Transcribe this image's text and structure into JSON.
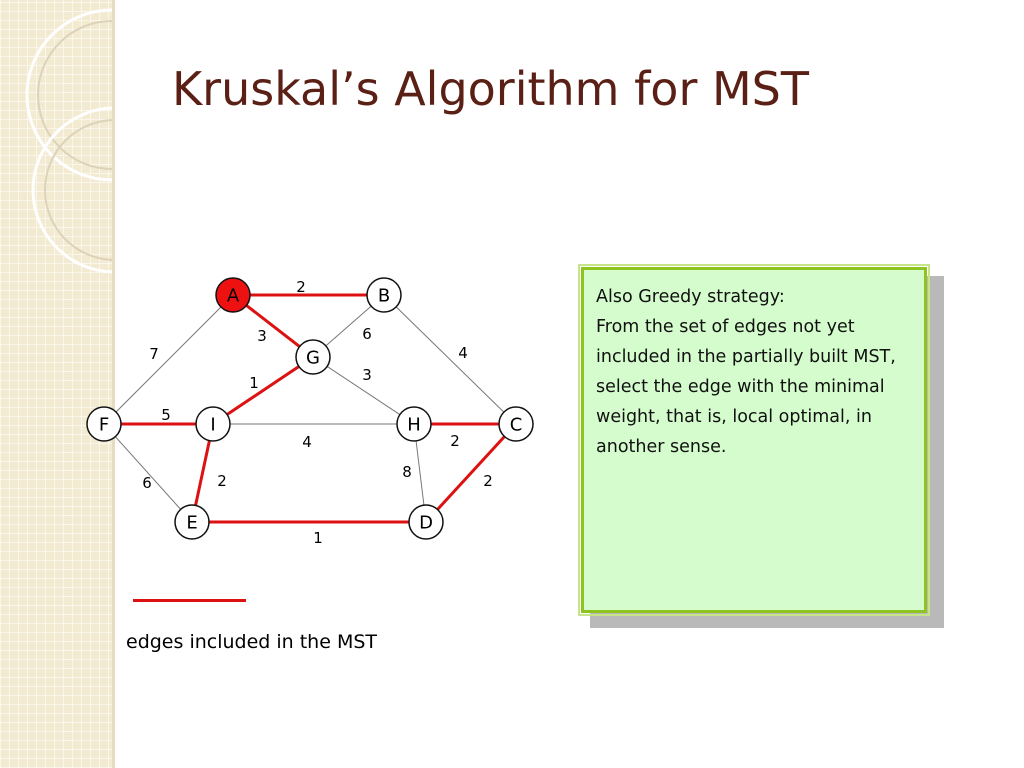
{
  "slide": {
    "title": "Kruskal’s Algorithm for MST"
  },
  "graph": {
    "nodes": [
      {
        "id": "A",
        "label": "A",
        "highlighted": true
      },
      {
        "id": "B",
        "label": "B",
        "highlighted": false
      },
      {
        "id": "G",
        "label": "G",
        "highlighted": false
      },
      {
        "id": "F",
        "label": "F",
        "highlighted": false
      },
      {
        "id": "I",
        "label": "I",
        "highlighted": false
      },
      {
        "id": "H",
        "label": "H",
        "highlighted": false
      },
      {
        "id": "C",
        "label": "C",
        "highlighted": false
      },
      {
        "id": "E",
        "label": "E",
        "highlighted": false
      },
      {
        "id": "D",
        "label": "D",
        "highlighted": false
      }
    ],
    "edges": [
      {
        "from": "A",
        "to": "B",
        "weight": "2",
        "in_mst": true
      },
      {
        "from": "A",
        "to": "G",
        "weight": "3",
        "in_mst": true
      },
      {
        "from": "B",
        "to": "G",
        "weight": "6",
        "in_mst": false
      },
      {
        "from": "A",
        "to": "F",
        "weight": "7",
        "in_mst": false
      },
      {
        "from": "B",
        "to": "C",
        "weight": "4",
        "in_mst": false
      },
      {
        "from": "G",
        "to": "I",
        "weight": "1",
        "in_mst": true
      },
      {
        "from": "G",
        "to": "H",
        "weight": "3",
        "in_mst": false
      },
      {
        "from": "F",
        "to": "I",
        "weight": "5",
        "in_mst": true
      },
      {
        "from": "I",
        "to": "H",
        "weight": "4",
        "in_mst": false
      },
      {
        "from": "H",
        "to": "C",
        "weight": "2",
        "in_mst": true
      },
      {
        "from": "F",
        "to": "E",
        "weight": "6",
        "in_mst": false
      },
      {
        "from": "I",
        "to": "E",
        "weight": "2",
        "in_mst": true
      },
      {
        "from": "H",
        "to": "D",
        "weight": "8",
        "in_mst": false
      },
      {
        "from": "C",
        "to": "D",
        "weight": "2",
        "in_mst": true
      },
      {
        "from": "E",
        "to": "D",
        "weight": "1",
        "in_mst": true
      }
    ]
  },
  "legend": {
    "label": "edges included in the MST"
  },
  "note": {
    "heading": "Also Greedy strategy:",
    "body": "From the set of edges not yet included in the partially built MST, select the edge with the minimal weight, that is, local optimal, in another sense."
  },
  "colors": {
    "title": "#5a2015",
    "mst_edge": "#dd1111",
    "normal_edge": "#777777",
    "highlight_node": "#ee1111",
    "note_background": "#d4fccc",
    "note_border": "#8fc31f"
  }
}
